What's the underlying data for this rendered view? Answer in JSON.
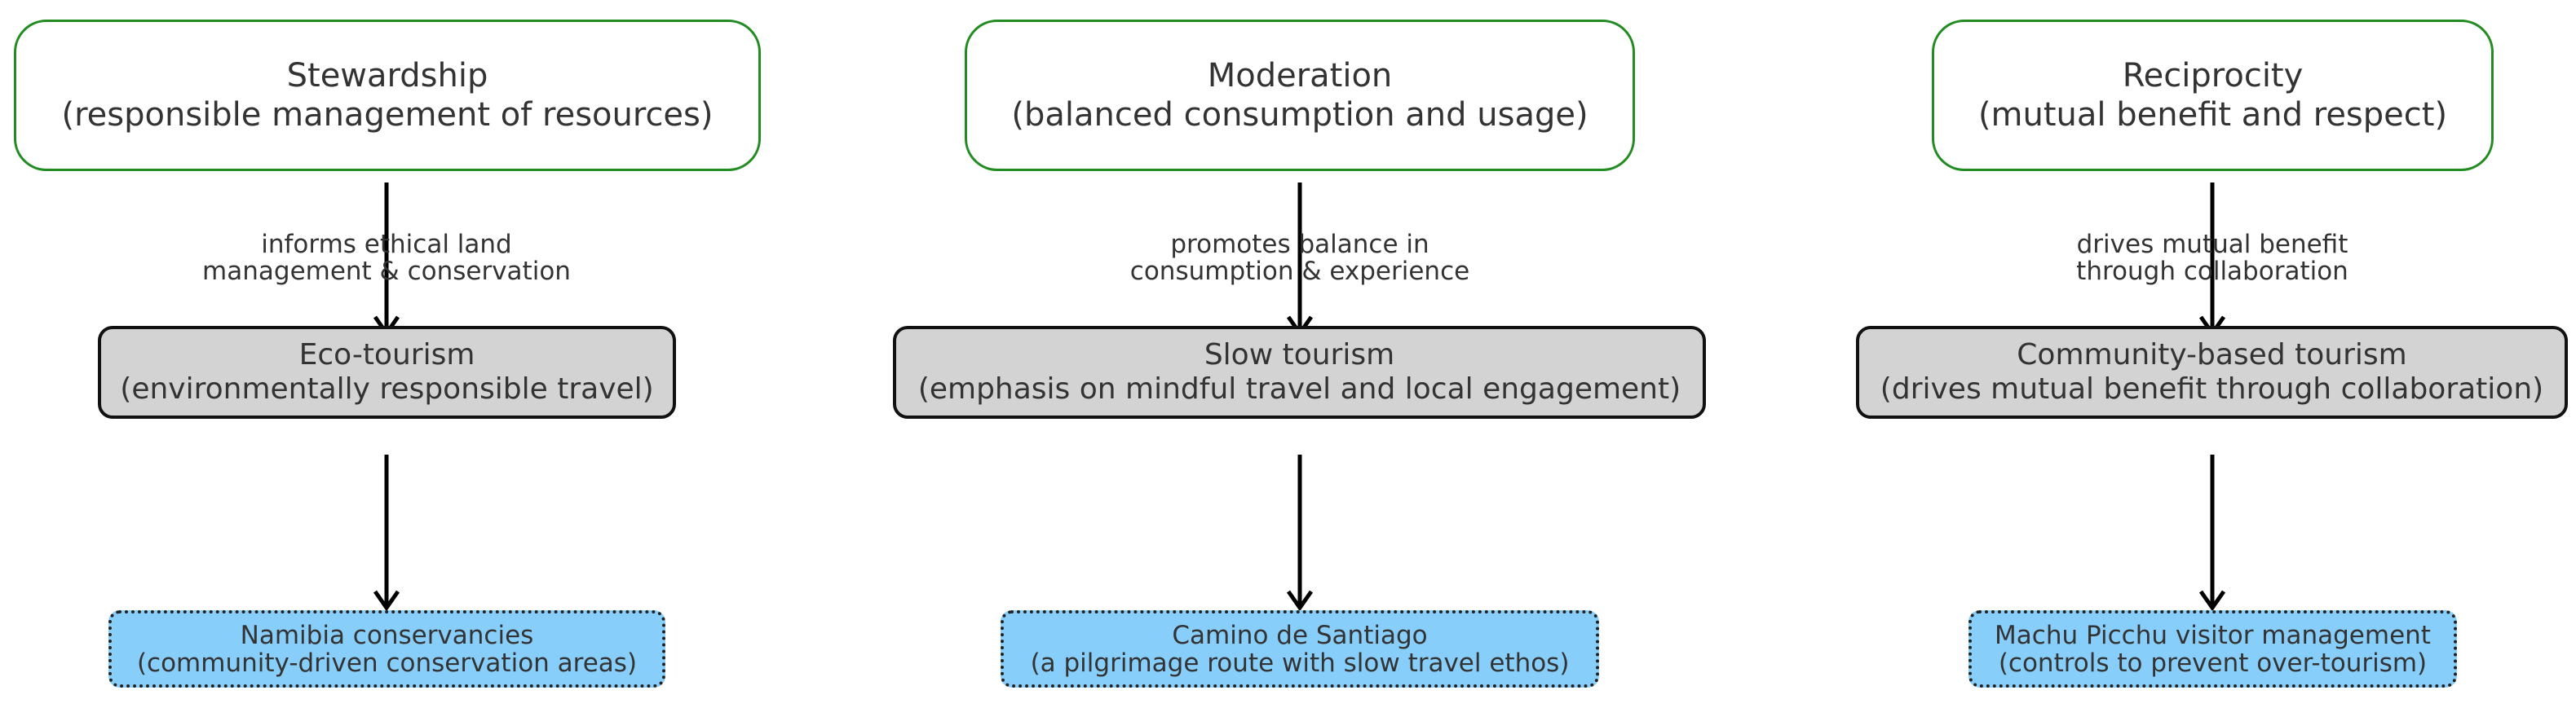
{
  "columns": [
    {
      "principle": {
        "title": "Stewardship",
        "subtitle": "(responsible management of resources)"
      },
      "link_label": {
        "line1": "informs ethical land",
        "line2": "management & conservation"
      },
      "approach": {
        "title": "Eco-tourism",
        "subtitle": "(environmentally responsible travel)"
      },
      "example": {
        "title": "Namibia conservancies",
        "subtitle": "(community-driven conservation areas)"
      }
    },
    {
      "principle": {
        "title": "Moderation",
        "subtitle": "(balanced consumption and usage)"
      },
      "link_label": {
        "line1": "promotes balance in",
        "line2": "consumption & experience"
      },
      "approach": {
        "title": "Slow tourism",
        "subtitle": "(emphasis on mindful travel and local engagement)"
      },
      "example": {
        "title": "Camino de Santiago",
        "subtitle": "(a pilgrimage route with slow travel ethos)"
      }
    },
    {
      "principle": {
        "title": "Reciprocity",
        "subtitle": "(mutual benefit and respect)"
      },
      "link_label": {
        "line1": "drives mutual benefit",
        "line2": "through collaboration"
      },
      "approach": {
        "title": "Community-based tourism",
        "subtitle": "(drives mutual benefit through collaboration)"
      },
      "example": {
        "title": "Machu Picchu visitor management",
        "subtitle": "(controls to prevent over-tourism)"
      }
    }
  ],
  "colors": {
    "principle_border": "#228b22",
    "principle_fill": "#ffffff",
    "approach_fill": "#d3d3d3",
    "approach_border": "#111111",
    "example_fill": "#87cefa",
    "example_border": "#222222",
    "arrow": "#000000",
    "text": "#333333"
  }
}
